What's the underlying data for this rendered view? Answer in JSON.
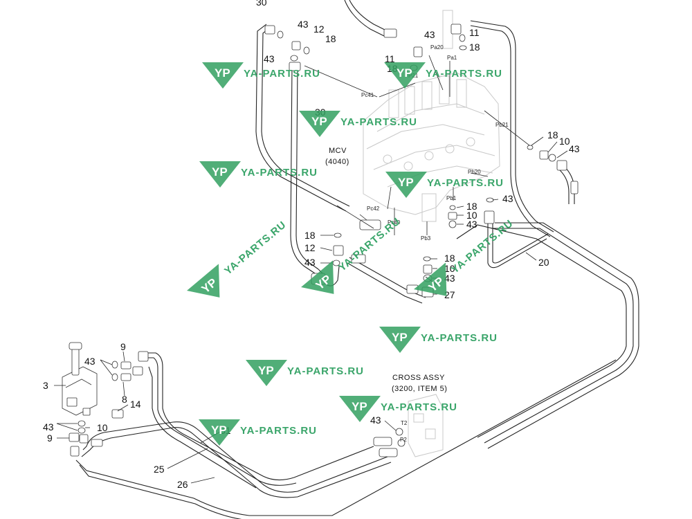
{
  "labels": {
    "l30a": "30",
    "l43a": "43",
    "l12a": "12",
    "l18a": "18",
    "l43b": "43",
    "l43c": "43",
    "l11a": "11",
    "l18b": "18",
    "l11b": "11",
    "l18c": "18",
    "l30b": "30",
    "l18d": "18",
    "l10a": "10",
    "l43d": "43",
    "l43e": "43",
    "l18e": "18",
    "l10b": "10",
    "l43f": "43",
    "l18f": "18",
    "l12b": "12",
    "l43g": "43",
    "l18g": "18",
    "l10c": "10",
    "l43h": "43",
    "l27": "27",
    "l20": "20",
    "l9a": "9",
    "l43i": "43",
    "l3": "3",
    "l8": "8",
    "l14": "14",
    "l43j": "43",
    "l10d": "10",
    "l9b": "9",
    "l31": "31",
    "l25": "25",
    "l26": "26",
    "l43k": "43"
  },
  "ports": {
    "pa20": "Pa20",
    "pa1": "Pa1",
    "pc41": "Pc41",
    "pb21": "Pb21",
    "pb20": "Pb20",
    "pb1": "Pb1",
    "pc42": "Pc42",
    "pc40": "Pc40",
    "pb3": "Pb3",
    "t2": "T2",
    "p2": "P2",
    "p21": "P21"
  },
  "captions": {
    "mcv_line1": "MCV",
    "mcv_line2": "(4040)",
    "cross_line1": "CROSS ASSY",
    "cross_line2": "(3200, ITEM 5)"
  },
  "watermark": {
    "text": "YA-PARTS.RU",
    "logo": "YP",
    "color": "#33a060"
  }
}
